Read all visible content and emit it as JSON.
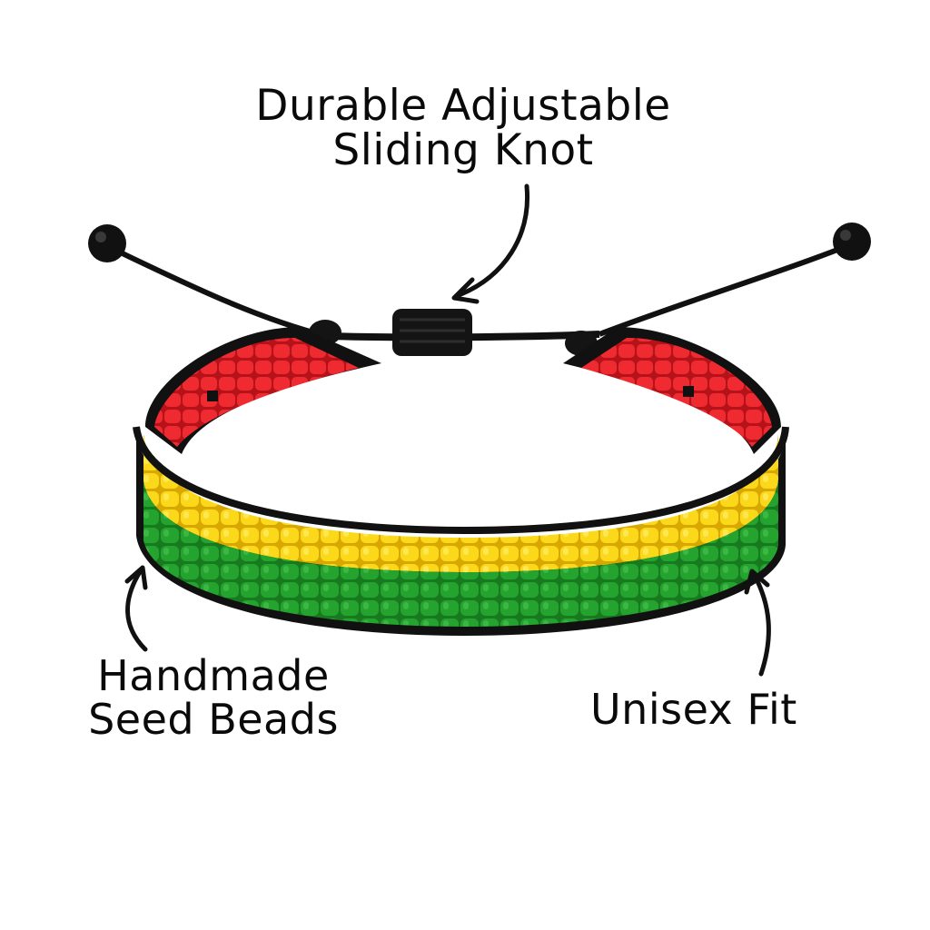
{
  "callouts": {
    "top": {
      "line1": "Durable Adjustable",
      "line2": "Sliding Knot"
    },
    "left": {
      "line1": "Handmade",
      "line2": "Seed Beads"
    },
    "right": {
      "text": "Unisex Fit"
    }
  },
  "product": {
    "type": "beaded bracelet",
    "bands": [
      "red",
      "yellow",
      "green"
    ],
    "colors": {
      "red": "#e8242a",
      "yellow": "#f7d516",
      "green": "#1f9a2a",
      "cord": "#111111",
      "background": "#ffffff"
    }
  }
}
